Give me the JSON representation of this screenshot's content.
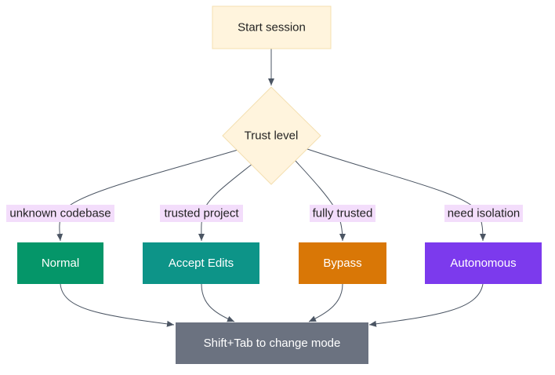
{
  "nodes": {
    "start": {
      "label": "Start session",
      "fill": "#fff4dd",
      "stroke": "#f4dfb0",
      "text_color": "#222222"
    },
    "trust": {
      "label": "Trust level",
      "fill": "#fff4dd",
      "stroke": "#f4dfb0",
      "text_color": "#222222"
    },
    "normal": {
      "label": "Normal",
      "fill": "#059669",
      "text_color": "#ffffff"
    },
    "accept_edits": {
      "label": "Accept Edits",
      "fill": "#0d9488",
      "text_color": "#ffffff"
    },
    "bypass": {
      "label": "Bypass",
      "fill": "#d97706",
      "text_color": "#ffffff"
    },
    "autonomous": {
      "label": "Autonomous",
      "fill": "#7c3aed",
      "text_color": "#ffffff"
    },
    "shift_tab": {
      "label": "Shift+Tab to change mode",
      "fill": "#6b7280",
      "text_color": "#ffffff"
    }
  },
  "edge_labels": {
    "unknown_codebase": "unknown codebase",
    "trusted_project": "trusted project",
    "fully_trusted": "fully trusted",
    "need_isolation": "need isolation"
  },
  "colors": {
    "edge_label_bg": "#f3ddfb",
    "edge_stroke": "#4b5563"
  }
}
